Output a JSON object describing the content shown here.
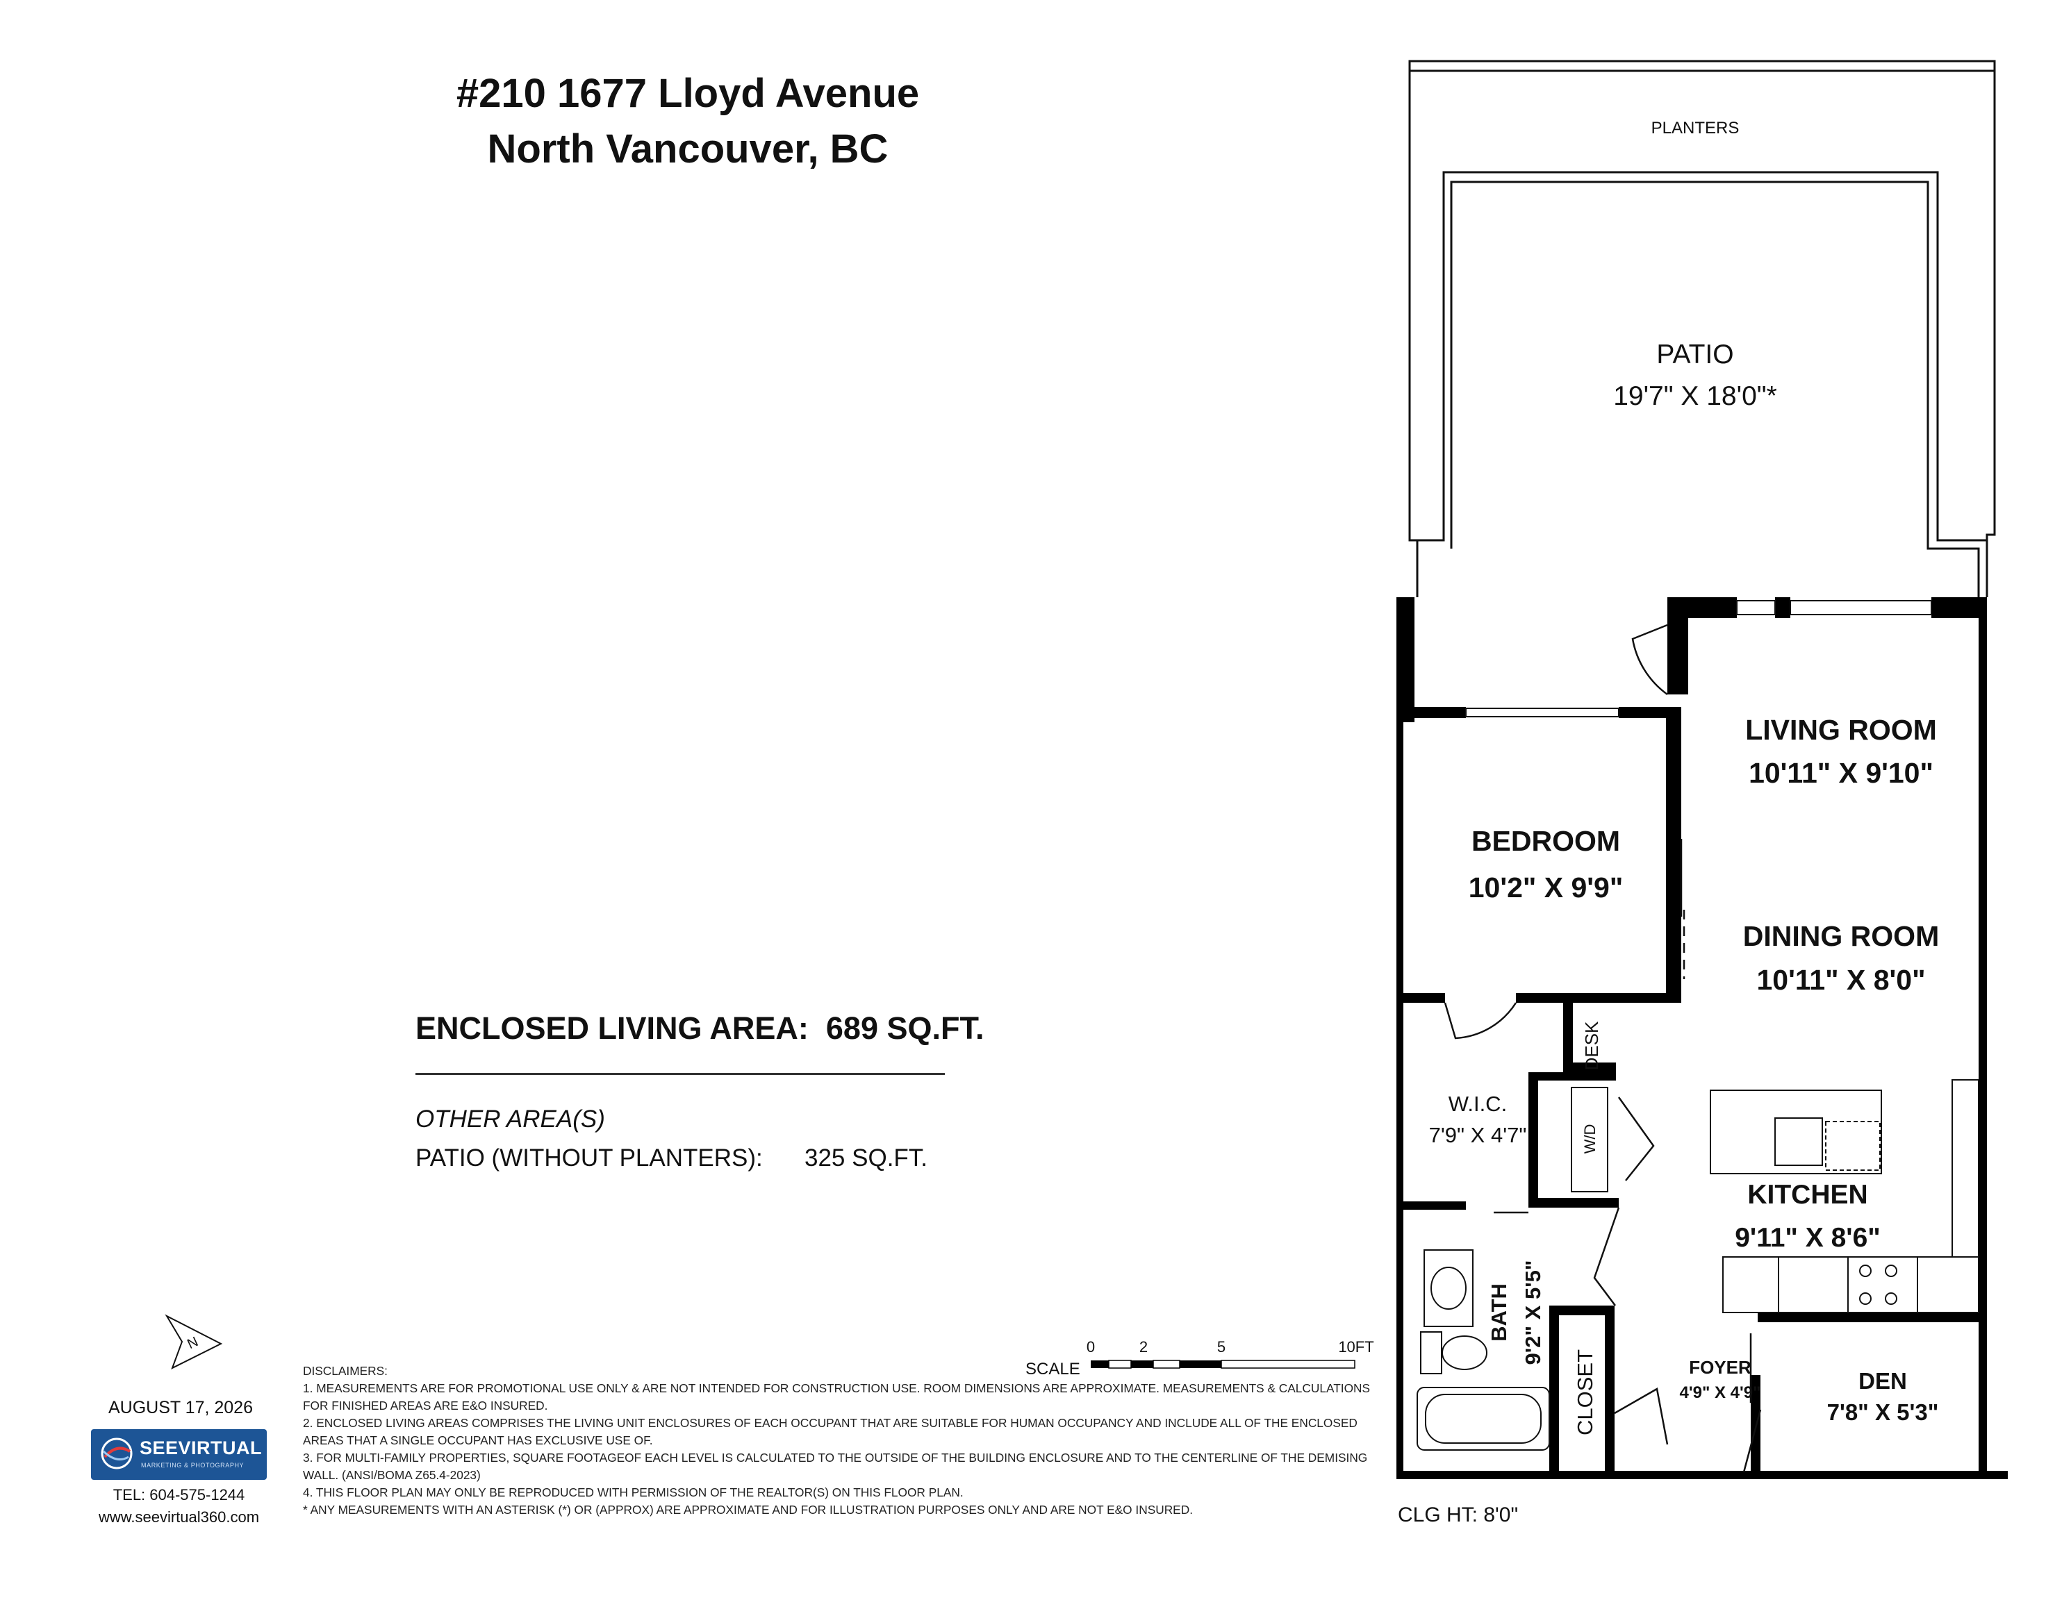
{
  "address": {
    "line1": "#210 1677 Lloyd Avenue",
    "line2": "North Vancouver, BC"
  },
  "areas": {
    "enclosed_label": "ENCLOSED LIVING AREA:",
    "enclosed_value": "689 SQ.FT.",
    "other_title": "OTHER AREA(S)",
    "patio_label": "PATIO (WITHOUT PLANTERS):",
    "patio_value": "325 SQ.FT."
  },
  "rooms": {
    "planters": "PLANTERS",
    "patio_name": "PATIO",
    "patio_dims": "19'7\" X 18'0\"*",
    "living_name": "LIVING ROOM",
    "living_dims": "10'11\" X 9'10\"",
    "bedroom_name": "BEDROOM",
    "bedroom_dims": "10'2\" X 9'9\"",
    "dining_name": "DINING ROOM",
    "dining_dims": "10'11\" X 8'0\"",
    "wic_name": "W.I.C.",
    "wic_dims": "7'9\" X 4'7\"",
    "desk": "DESK",
    "wd": "W/D",
    "kitchen_name": "KITCHEN",
    "kitchen_dims": "9'11\" X 8'6\"",
    "bath": "BATH",
    "bath_dims": "9'2\" X 5'5\"",
    "closet": "CLOSET",
    "foyer_name": "FOYER",
    "foyer_dims": "4'9\" X 4'9\"",
    "den_name": "DEN",
    "den_dims": "7'8\" X 5'3\""
  },
  "scale": {
    "label": "SCALE",
    "ticks": [
      "0",
      "2",
      "5",
      "10FT"
    ]
  },
  "compass": "N",
  "ceiling": "CLG HT: 8'0\"",
  "date": "AUGUST 17, 2026",
  "logo": {
    "name": "SEEVIRTUAL",
    "tagline": "MARKETING & PHOTOGRAPHY"
  },
  "contact": {
    "tel": "TEL: 604-575-1244",
    "web": "www.seevirtual360.com"
  },
  "disclaimers": {
    "title": "DISCLAIMERS:",
    "lines": [
      "1. MEASUREMENTS ARE FOR PROMOTIONAL USE ONLY & ARE NOT INTENDED FOR CONSTRUCTION USE. ROOM DIMENSIONS ARE APPROXIMATE. MEASUREMENTS & CALCULATIONS",
      "FOR FINISHED AREAS ARE E&O INSURED.",
      "2. ENCLOSED LIVING AREAS COMPRISES THE LIVING UNIT ENCLOSURES OF EACH OCCUPANT THAT ARE SUITABLE FOR HUMAN OCCUPANCY AND INCLUDE ALL OF THE ENCLOSED",
      "AREAS THAT A SINGLE OCCUPANT HAS EXCLUSIVE USE OF.",
      "3. FOR MULTI-FAMILY PROPERTIES, SQUARE FOOTAGEOF EACH LEVEL IS CALCULATED TO THE OUTSIDE OF THE BUILDING ENCLOSURE AND TO THE CENTERLINE OF THE DEMISING",
      "WALL. (ANSI/BOMA Z65.4-2023)",
      "4. THIS FLOOR PLAN MAY ONLY BE REPRODUCED WITH PERMISSION OF THE REALTOR(S) ON THIS FLOOR PLAN.",
      "* ANY MEASUREMENTS WITH AN ASTERISK (*) OR (APPROX) ARE APPROXIMATE AND FOR ILLUSTRATION PURPOSES ONLY AND ARE NOT E&O INSURED."
    ]
  }
}
